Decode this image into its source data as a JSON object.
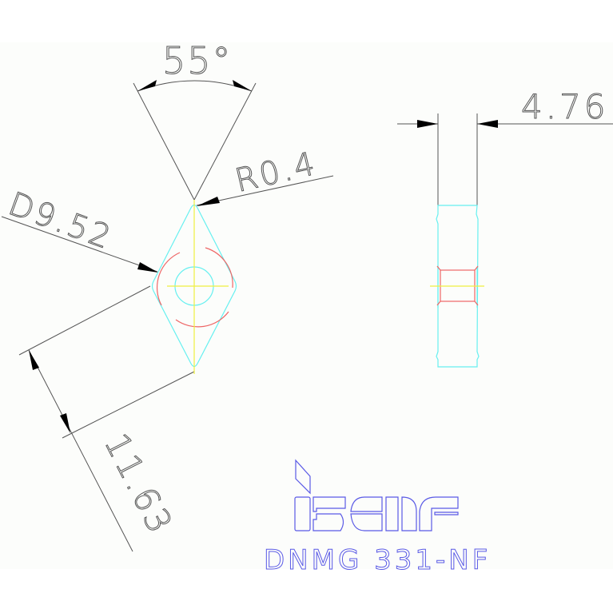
{
  "drawing": {
    "title": "Cutting insert technical drawing",
    "colors": {
      "background": "#fcfdfb",
      "dimension": "#555555",
      "outline": "#66f0f0",
      "hole": "#ee6666",
      "centerline": "#f0f040",
      "logo": "#5a5ae6"
    }
  },
  "dimensions": {
    "angle": "55°",
    "corner_radius": "R0.4",
    "inscribed_circle": "D9.52",
    "edge_length": "11.63",
    "thickness": "4.76"
  },
  "logo": {
    "brand": "iscar",
    "part_number": "DNMG 331-NF"
  }
}
